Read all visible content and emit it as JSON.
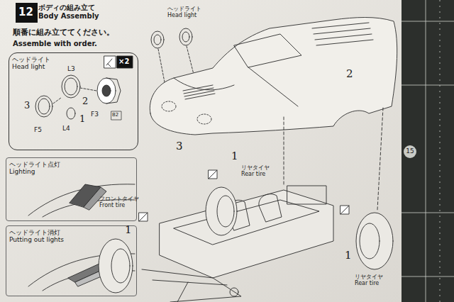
{
  "diagram": {
    "title": "ボディの組み立て Body Assembly",
    "nodes": [
      {
        "text": [
          "12"
        ]
      },
      {
        "text": [
          "ヘッドライト Head light"
        ]
      },
      {
        "text": [
          "ヘッドライト点灯 Lighting"
        ]
      },
      {
        "text": [
          "ヘッドライト消灯 Putting out lights"
        ]
      }
    ],
    "labels": [
      "順番に組み立ててください。",
      "Assemble with order.",
      "×2",
      "L3",
      "3",
      "2",
      "F3",
      "B2",
      "F5",
      "L4",
      "1",
      "ヘッドライト Head light",
      "2",
      "3",
      "フロントタイヤ Front tire",
      "1",
      "1",
      "リヤタイヤ Rear tire",
      "1",
      "リヤタイヤ Rear tire",
      "15"
    ]
  }
}
